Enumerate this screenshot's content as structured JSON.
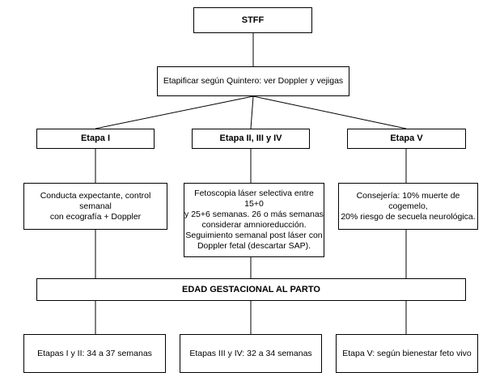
{
  "nodes": {
    "root": "STFF",
    "stage": "Etapificar según Quintero: ver Doppler y vejigas",
    "etapa1": "Etapa I",
    "etapa234": "Etapa II, III y IV",
    "etapa5": "Etapa V",
    "action1": [
      "Conducta expectante, control semanal",
      "con ecografía + Doppler"
    ],
    "action234": [
      "Fetoscopia láser selectiva entre 15+0",
      "y 25+6 semanas. 26 o más semanas",
      "considerar amnioreducción.",
      "Seguimiento semanal post láser con",
      "Doppler fetal (descartar SAP)."
    ],
    "action5": [
      "Consejería: 10% muerte de cogemelo,",
      "20% riesgo de secuela neurológica."
    ],
    "ega": "EDAD GESTACIONAL AL PARTO",
    "out12": "Etapas I y II: 34 a 37 semanas",
    "out34": "Etapas III y IV: 32 a 34 semanas",
    "out5": "Etapa V: según bienestar feto vivo"
  }
}
